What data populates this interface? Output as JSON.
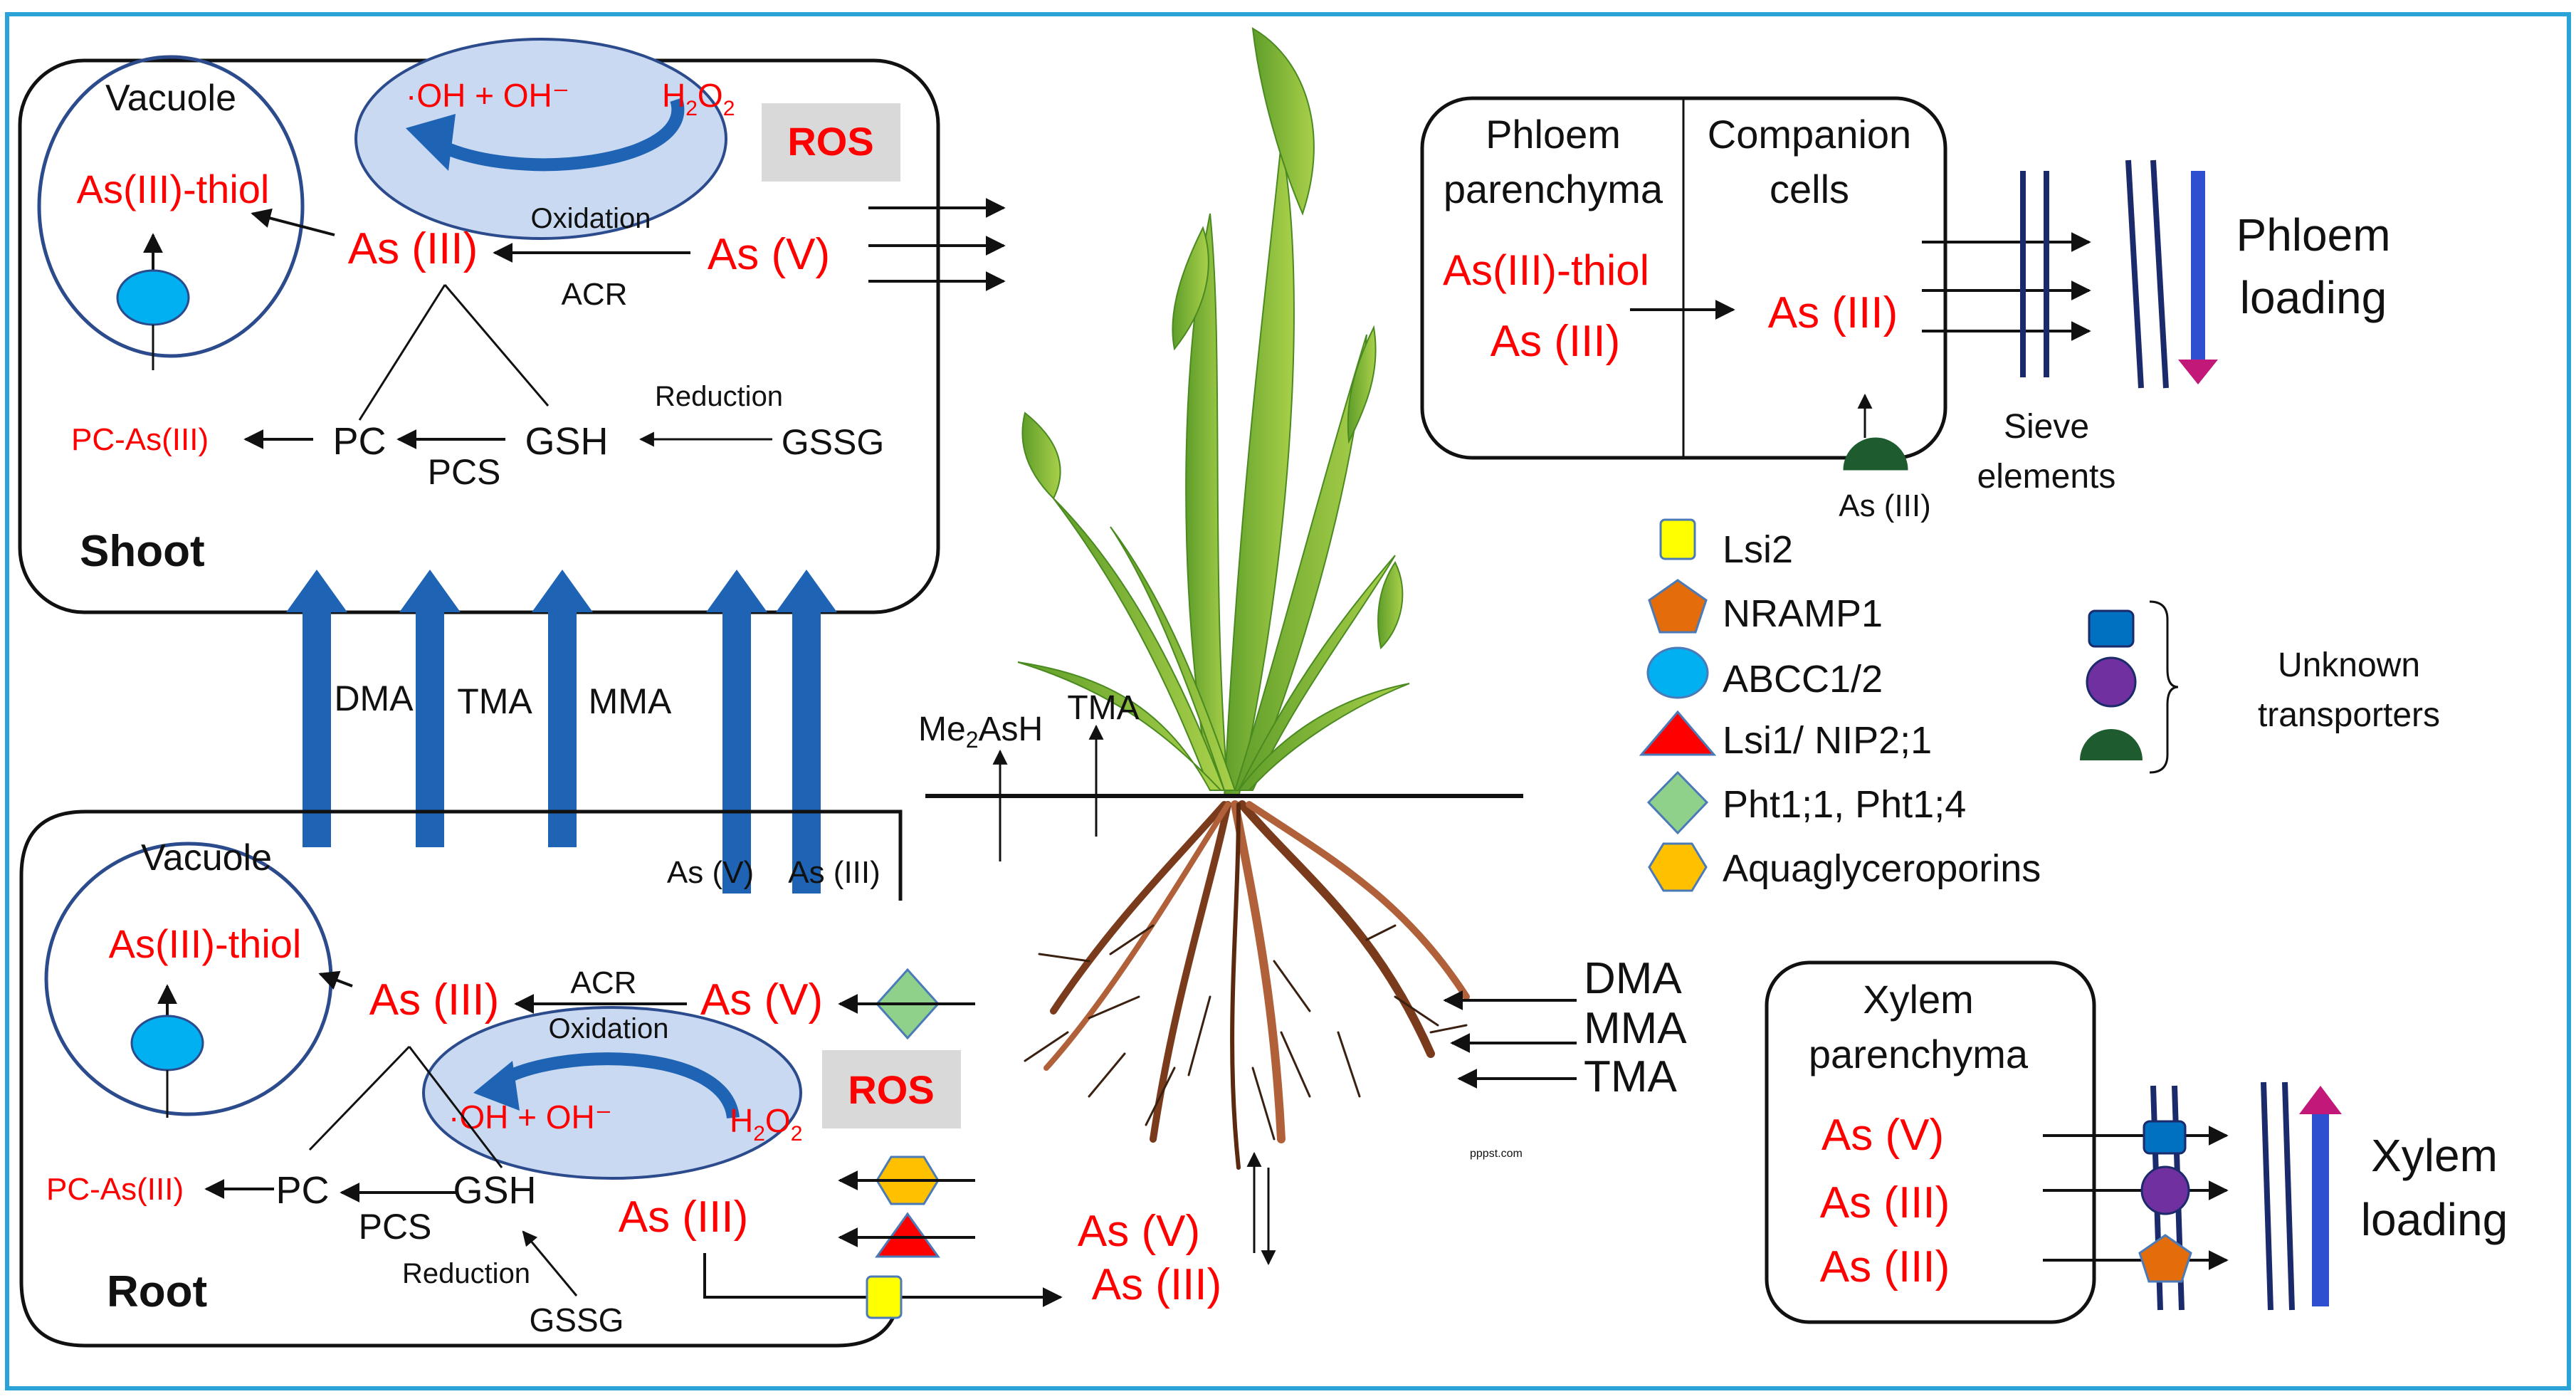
{
  "colors": {
    "frame": "#29a3d8",
    "red_text": "#ff0000",
    "arrow_blue": "#1f64b4",
    "ros_ellipse": "#c9d9f1",
    "ros_box": "#d9d9d9",
    "sieve_lines": "#1b2a6b",
    "loading_arrow": "#2e4fcf"
  },
  "shoot": {
    "label": "Shoot",
    "vacuole": "Vacuole",
    "as3_thiol": "As(III)-thiol",
    "oh_text": "·OH + OH⁻",
    "h2o2": "H",
    "h2o2_sub": "2",
    "h2o2_o": "O",
    "h2o2_sub2": "2",
    "ros": "ROS",
    "oxidation": "Oxidation",
    "as3": "As (III)",
    "as5": "As (V)",
    "acr": "ACR",
    "reduction": "Reduction",
    "pc_as3": "PC-As(III)",
    "pc": "PC",
    "pcs": "PCS",
    "gsh": "GSH",
    "gssg": "GSSG"
  },
  "transport": {
    "dma": "DMA",
    "tma": "TMA",
    "mma": "MMA",
    "as5": "As (V)",
    "as3": "As (III)"
  },
  "root": {
    "label": "Root",
    "vacuole": "Vacuole",
    "as3_thiol": "As(III)-thiol",
    "as3": "As (III)",
    "acr": "ACR",
    "as5": "As (V)",
    "oxidation": "Oxidation",
    "oh_text": "·OH + OH⁻",
    "h2o2": "H",
    "h2o2_sub": "2",
    "h2o2_o": "O",
    "h2o2_sub2": "2",
    "ros": "ROS",
    "pc_as3": "PC-As(III)",
    "pc": "PC",
    "pcs": "PCS",
    "gsh": "GSH",
    "reduction": "Reduction",
    "gssg": "GSSG",
    "as3_lower": "As (III)"
  },
  "plant": {
    "me2ash": "Me",
    "me2ash_sub": "2",
    "me2ash_rest": "AsH",
    "tma": "TMA",
    "soil_as5": "As (V)",
    "soil_as3": "As (III)",
    "root_dma": "DMA",
    "root_mma": "MMA",
    "root_tma": "TMA",
    "watermark": "pppst.com"
  },
  "phloem": {
    "parenchyma_l1": "Phloem",
    "parenchyma_l2": "parenchyma",
    "companion_l1": "Companion",
    "companion_l2": "cells",
    "as3_thiol": "As(III)-thiol",
    "as3_left": "As (III)",
    "as3_right": "As (III)",
    "as3_below": "As (III)",
    "sieve_l1": "Sieve",
    "sieve_l2": "elements",
    "loading_l1": "Phloem",
    "loading_l2": "loading"
  },
  "legend": {
    "lsi2": "Lsi2",
    "nramp1": "NRAMP1",
    "abcc": "ABCC1/2",
    "lsi1": "Lsi1/ NIP2;1",
    "pht": "Pht1;1, Pht1;4",
    "aqua": "Aquaglyceroporins",
    "unknown_l1": "Unknown",
    "unknown_l2": "transporters"
  },
  "xylem": {
    "parenchyma_l1": "Xylem",
    "parenchyma_l2": "parenchyma",
    "as5": "As (V)",
    "as3_a": "As (III)",
    "as3_b": "As (III)",
    "loading_l1": "Xylem",
    "loading_l2": "loading"
  }
}
